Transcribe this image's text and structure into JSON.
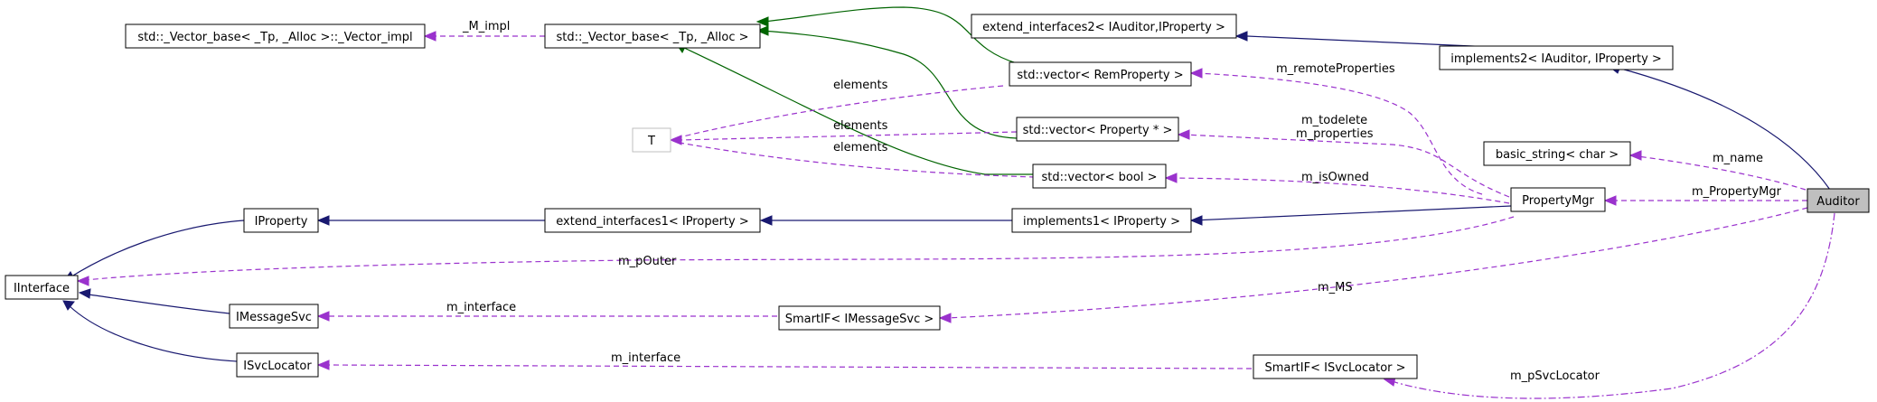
{
  "nodes": {
    "vector_impl": "std::_Vector_base< _Tp, _Alloc >::_Vector_impl",
    "vector_base": "std::_Vector_base< _Tp, _Alloc >",
    "extend_interfaces2": "extend_interfaces2< IAuditor,IProperty >",
    "implements2": "implements2< IAuditor, IProperty >",
    "vector_remproperty": "std::vector< RemProperty >",
    "T": "T",
    "vector_property_ptr": "std::vector< Property * >",
    "basic_string": "basic_string< char >",
    "vector_bool": "std::vector< bool >",
    "propertymgr": "PropertyMgr",
    "auditor": "Auditor",
    "iproperty": "IProperty",
    "extend_interfaces1": "extend_interfaces1< IProperty >",
    "implements1": "implements1< IProperty >",
    "iinterface": "IInterface",
    "imessagesvc": "IMessageSvc",
    "smartif_imessagesvc": "SmartIF< IMessageSvc >",
    "isvclocator": "ISvcLocator",
    "smartif_isvclocator": "SmartIF< ISvcLocator >"
  },
  "edge_labels": {
    "m_impl": "_M_impl",
    "elements_1": "elements",
    "elements_2": "elements",
    "elements_3": "elements",
    "m_remoteproperties": "m_remoteProperties",
    "m_todelete": "m_todelete",
    "m_properties": "m_properties",
    "m_name": "m_name",
    "m_propertymgr": "m_PropertyMgr",
    "m_isowned": "m_isOwned",
    "m_pouter": "m_pOuter",
    "m_interface_1": "m_interface",
    "m_ms": "m_MS",
    "m_interface_2": "m_interface",
    "m_psvclocator": "m_pSvcLocator"
  },
  "colors": {
    "inheritance_public": "#191970",
    "inheritance_template": "#006400",
    "usage": "#9a32cd",
    "focus_fill": "#bfbfbf"
  }
}
